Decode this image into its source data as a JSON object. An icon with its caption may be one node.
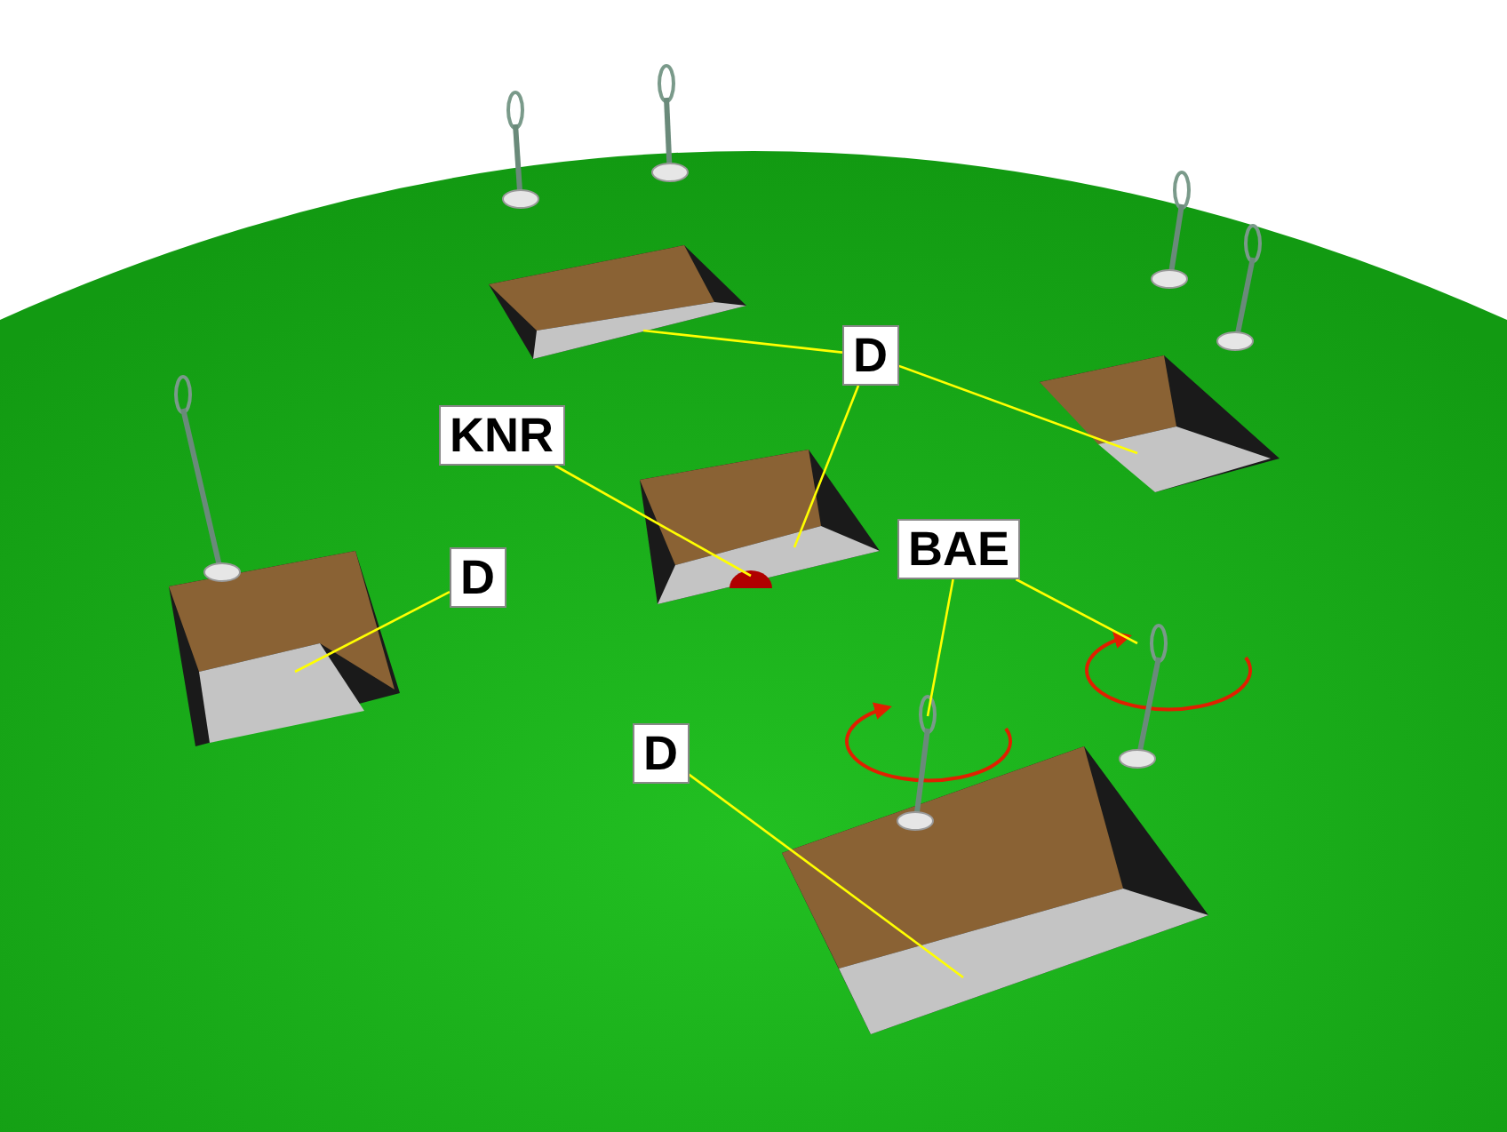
{
  "diagram": {
    "nodes": [
      {
        "text": [
          "D"
        ]
      },
      {
        "text": [
          "KNR"
        ]
      },
      {
        "text": [
          "D"
        ]
      },
      {
        "text": [
          "BAE"
        ]
      },
      {
        "text": [
          "D"
        ]
      },
      {
        "text": [],
        "shape": "picture"
      },
      {
        "text": [],
        "shape": "picture"
      },
      {
        "text": [],
        "shape": "picture"
      },
      {
        "text": [],
        "shape": "circle",
        "in": 7
      },
      {
        "text": [],
        "shape": "picture"
      },
      {
        "text": [],
        "shape": "picture"
      },
      {
        "text": [],
        "shape": "picture"
      },
      {
        "text": [],
        "shape": "picture"
      }
    ],
    "edges": [
      {
        "from": 0,
        "to": 5,
        "arrow": "none"
      },
      {
        "from": 0,
        "to": 6,
        "arrow": "none"
      },
      {
        "from": 0,
        "to": 7,
        "arrow": "none"
      },
      {
        "from": 1,
        "to": 8,
        "arrow": "none"
      },
      {
        "from": 2,
        "to": 9,
        "arrow": "none"
      },
      {
        "from": 3,
        "to": 10,
        "arrow": "none"
      },
      {
        "from": 3,
        "to": 11,
        "arrow": "none"
      },
      {
        "from": 4,
        "to": 12,
        "arrow": "none"
      }
    ]
  }
}
